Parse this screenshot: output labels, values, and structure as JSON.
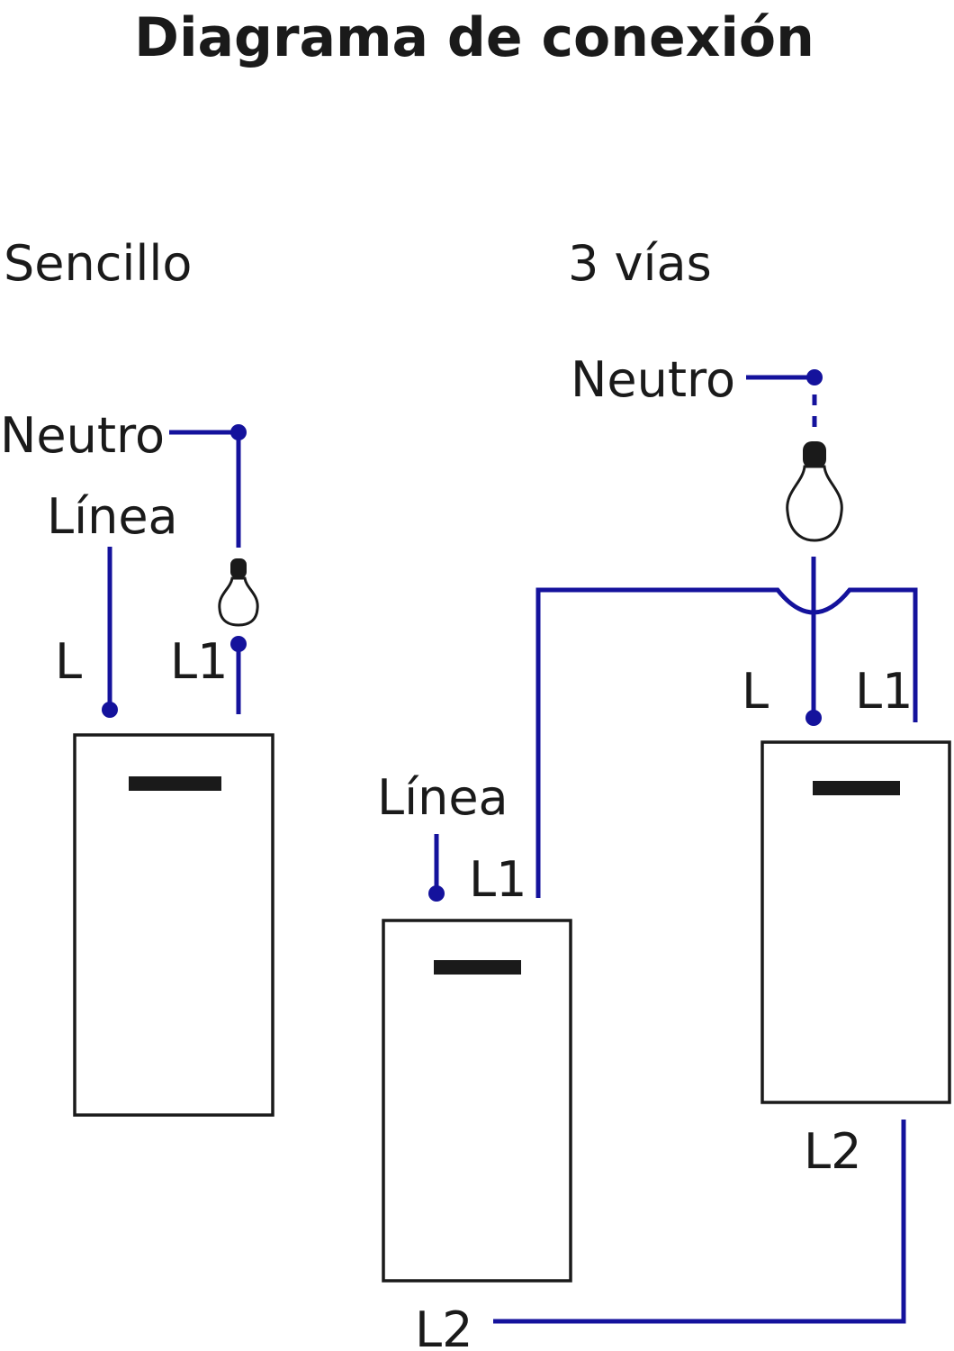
{
  "title": "Diagrama de conexión",
  "colors": {
    "wire": "#14129c",
    "ink": "#1a1a1a",
    "background": "#ffffff"
  },
  "sencillo": {
    "heading": "Sencillo",
    "neutro_label": "Neutro",
    "linea_label": "Línea",
    "terminal_l": "L",
    "terminal_l1": "L1"
  },
  "tres_vias": {
    "heading": "3 vías",
    "neutro_label": "Neutro",
    "right_switch_l": "L",
    "right_switch_l1": "L1",
    "right_switch_l2": "L2",
    "left_switch_linea": "Línea",
    "left_switch_l1": "L1",
    "left_switch_l2": "L2"
  },
  "icons": [
    "light-bulb-icon",
    "switch-toggle-icon"
  ]
}
